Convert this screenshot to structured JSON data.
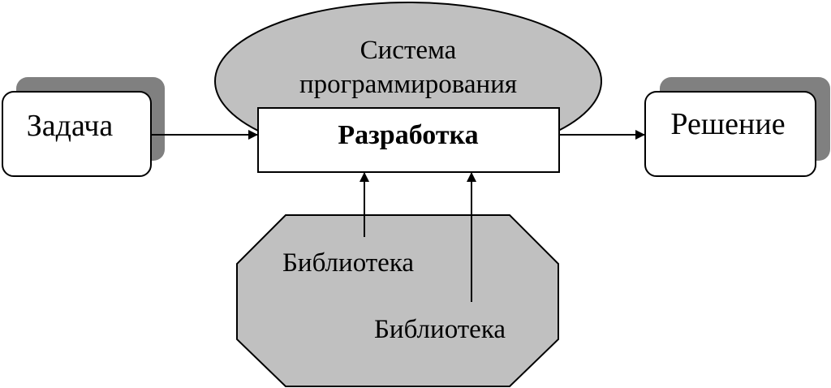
{
  "diagram": {
    "task_label": "Задача",
    "system_label_line1": "Система",
    "system_label_line2": "программирования",
    "development_label": "Разработка",
    "solution_label": "Решение",
    "library1_label": "Библиотека",
    "library2_label": "Библиотека"
  },
  "colors": {
    "shape_fill": "#c0c0c0",
    "shadow": "#808080",
    "box_fill": "#ffffff",
    "stroke": "#000000"
  }
}
